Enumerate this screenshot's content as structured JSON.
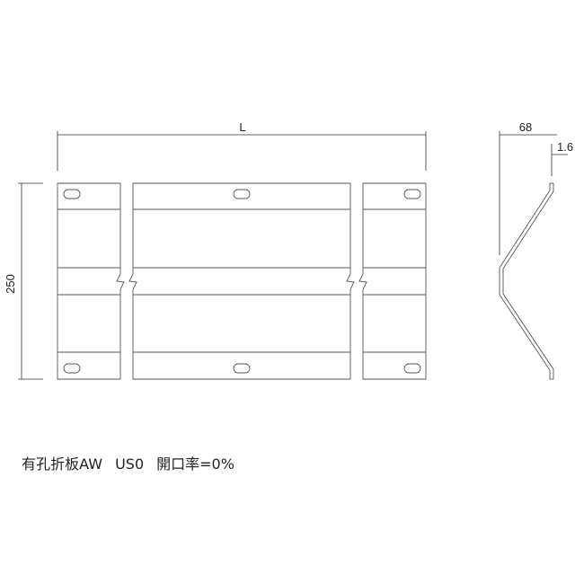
{
  "dimensions": {
    "length_label": "L",
    "height_label": "250",
    "profile_width_label": "68",
    "thickness_label": "1.6"
  },
  "caption": {
    "product_name": "有孔折板AW",
    "model": "US0",
    "opening_ratio": "開口率=0%"
  },
  "colors": {
    "line": "#333333",
    "panel_line": "#555555"
  }
}
